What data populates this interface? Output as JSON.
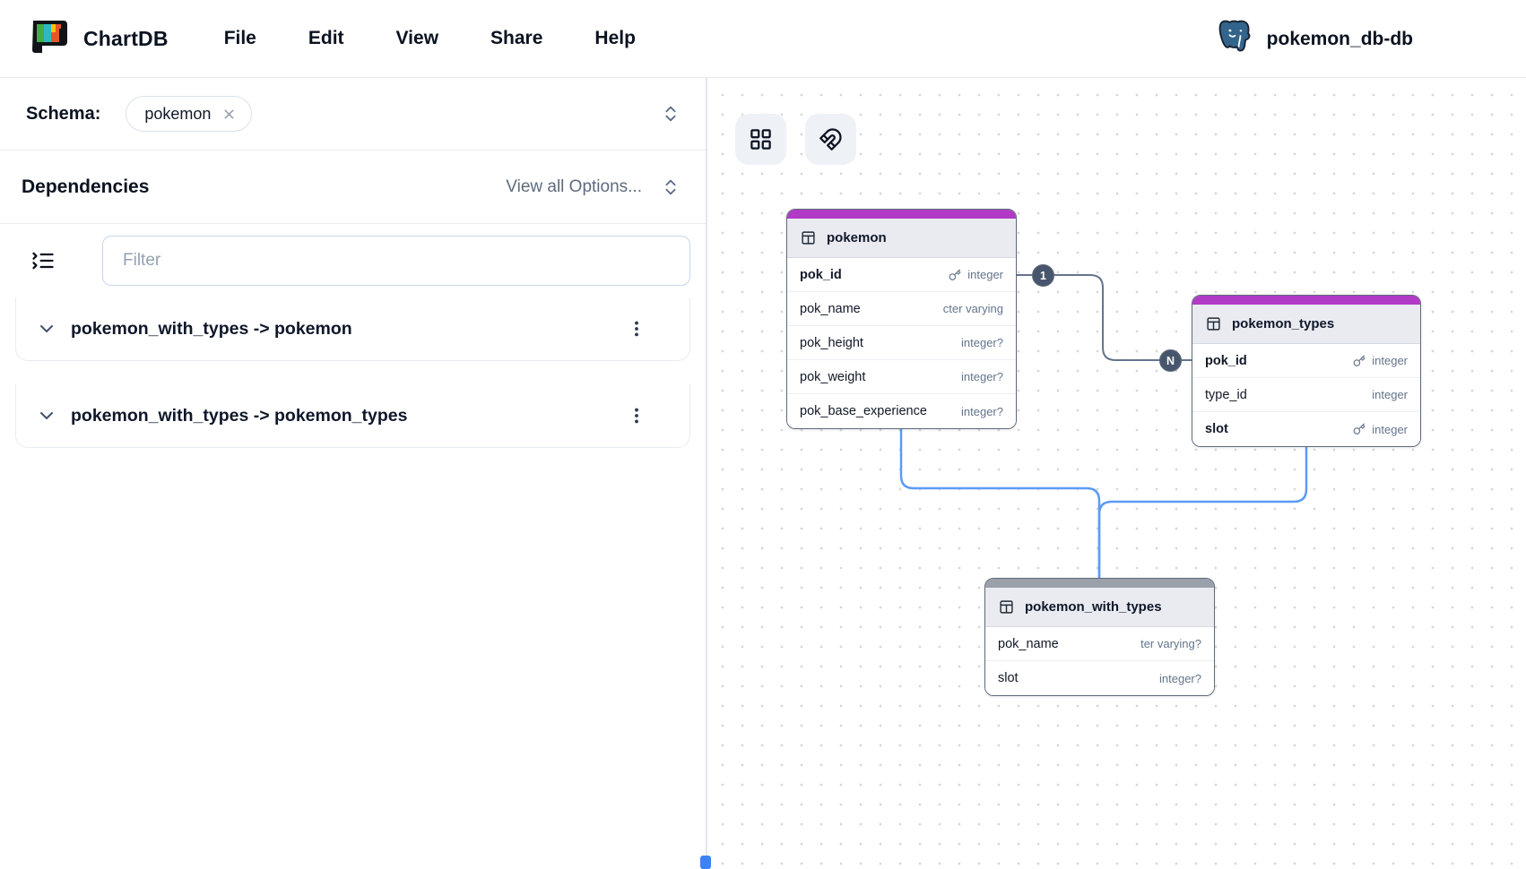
{
  "nav": {
    "brand": "ChartDB",
    "menus": [
      {
        "label": "File"
      },
      {
        "label": "Edit"
      },
      {
        "label": "View"
      },
      {
        "label": "Share"
      },
      {
        "label": "Help"
      }
    ],
    "diagram_name": "pokemon_db-db",
    "db_type": "postgresql"
  },
  "sidebar": {
    "schema_label": "Schema:",
    "schema_chip": "pokemon",
    "section_title": "Dependencies",
    "view_all_label": "View all Options...",
    "filter_placeholder": "Filter",
    "dependencies": [
      {
        "label": "pokemon_with_types -> pokemon"
      },
      {
        "label": "pokemon_with_types -> pokemon_types"
      }
    ]
  },
  "canvas": {
    "tables": [
      {
        "name": "pokemon",
        "accent_color": "#b13ac6",
        "fields": [
          {
            "name": "pok_id",
            "type": "integer",
            "pk": true
          },
          {
            "name": "pok_name",
            "type": "cter varying",
            "pk": false
          },
          {
            "name": "pok_height",
            "type": "integer?",
            "pk": false
          },
          {
            "name": "pok_weight",
            "type": "integer?",
            "pk": false
          },
          {
            "name": "pok_base_experience",
            "type": "integer?",
            "pk": false
          }
        ]
      },
      {
        "name": "pokemon_types",
        "accent_color": "#b13ac6",
        "fields": [
          {
            "name": "pok_id",
            "type": "integer",
            "pk": true
          },
          {
            "name": "type_id",
            "type": "integer",
            "pk": false
          },
          {
            "name": "slot",
            "type": "integer",
            "pk": true
          }
        ]
      },
      {
        "name": "pokemon_with_types",
        "accent_color": "#9aa1ab",
        "fields": [
          {
            "name": "pok_name",
            "type": "ter varying?",
            "pk": false
          },
          {
            "name": "slot",
            "type": "integer?",
            "pk": false
          }
        ]
      }
    ],
    "relationship_badges": {
      "one": "1",
      "many": "N"
    },
    "colors": {
      "edge_gray": "#64748b",
      "edge_blue": "#5b9bf7",
      "badge_bg": "#47566c",
      "accent_magenta": "#b13ac6",
      "accent_gray": "#9aa1ab",
      "resize_handle_blue": "#3b82f6"
    }
  }
}
